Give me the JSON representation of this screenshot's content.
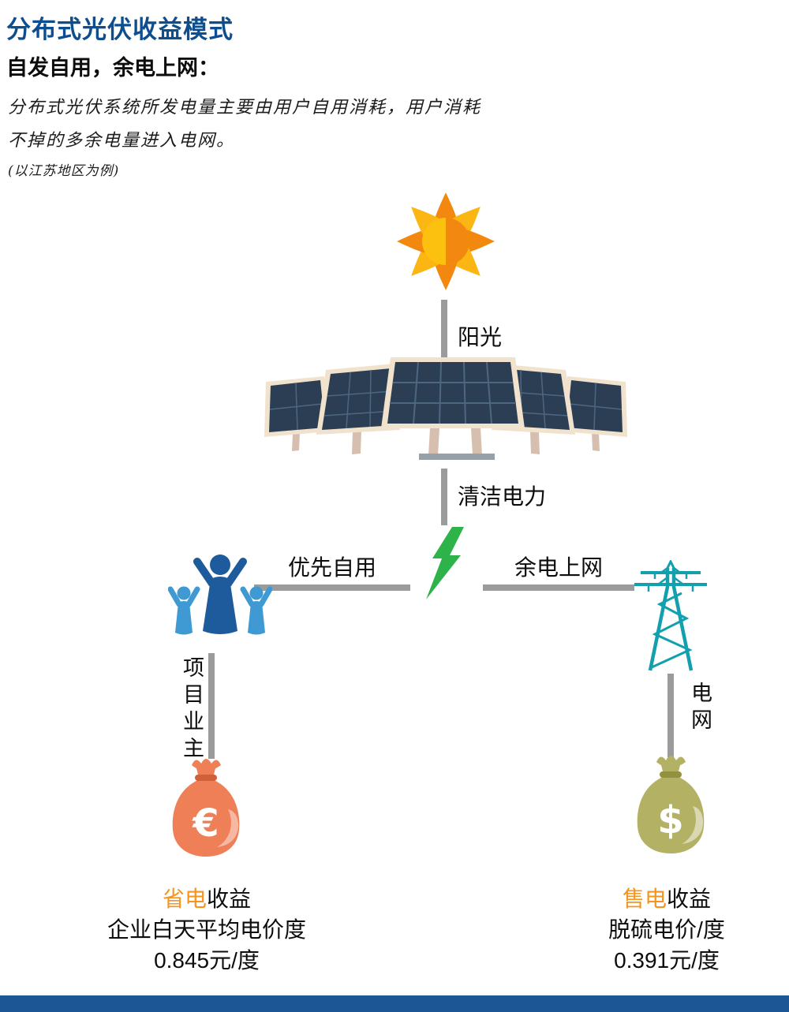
{
  "header": {
    "title": "分布式光伏收益模式",
    "subtitle": "自发自用，余电上网：",
    "description_line1": "分布式光伏系统所发电量主要由用户自用消耗，用户消耗",
    "description_line2": "不掉的多余电量进入电网。",
    "note": "(以江苏地区为例)"
  },
  "flow": {
    "sunlight_label": "阳光",
    "clean_power_label": "清洁电力",
    "priority_self_use_label": "优先自用",
    "surplus_to_grid_label": "余电上网",
    "project_owner_label": "项目业主",
    "grid_label": "电网",
    "euro_symbol": "€",
    "dollar_symbol": "$"
  },
  "left_result": {
    "title_highlight": "省电",
    "title_rest": "收益",
    "detail": "企业白天平均电价度",
    "price": "0.845元/度"
  },
  "right_result": {
    "title_highlight": "售电",
    "title_rest": "收益",
    "detail": "脱硫电价/度",
    "price": "0.391元/度"
  },
  "colors": {
    "title_blue": "#0e4e8e",
    "accent_orange": "#f7941d",
    "connector_gray": "#9b9b9b",
    "lightning_green": "#2db34a",
    "family_dark_blue": "#1d5b9c",
    "family_light_blue": "#3f9ad4",
    "tower_teal": "#12a0ae",
    "euro_bag_orange": "#ee7f56",
    "dollar_bag_olive": "#b3b164",
    "footer_bar_blue": "#1d5694",
    "sun_yellow": "#fcc00e",
    "sun_orange": "#f2880f",
    "panel_dark": "#2c3e54",
    "panel_frame": "#f0e2cd"
  }
}
